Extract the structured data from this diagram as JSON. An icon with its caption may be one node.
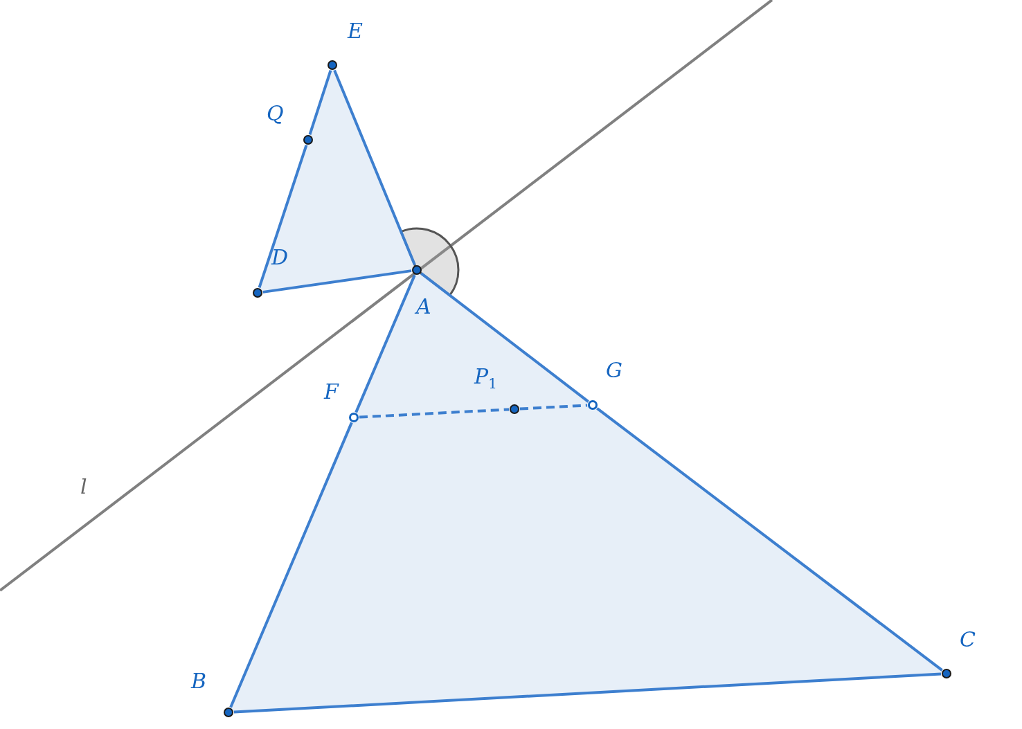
{
  "diagram": {
    "nodes": [
      {
        "text": [
          "E"
        ]
      },
      {
        "text": [
          "Q"
        ]
      },
      {
        "text": [
          "D"
        ]
      },
      {
        "text": [
          "A"
        ]
      },
      {
        "text": [
          "G"
        ]
      },
      {
        "text": [
          "P$_{1}$"
        ]
      },
      {
        "text": [
          "F"
        ]
      },
      {
        "text": [
          "B"
        ]
      },
      {
        "text": [
          "C"
        ]
      }
    ],
    "edges": [
      {
        "from": 0,
        "to": 1,
        "arrow": "none"
      },
      {
        "from": 1,
        "to": 2,
        "arrow": "none"
      },
      {
        "from": 2,
        "to": 3,
        "arrow": "none"
      },
      {
        "from": 3,
        "to": 0,
        "arrow": "none"
      },
      {
        "from": 3,
        "to": 6,
        "arrow": "none"
      },
      {
        "from": 6,
        "to": 7,
        "arrow": "none"
      },
      {
        "from": 7,
        "to": 8,
        "arrow": "none"
      },
      {
        "from": 8,
        "to": 4,
        "arrow": "none"
      },
      {
        "from": 4,
        "to": 3,
        "arrow": "none"
      },
      {
        "from": 6,
        "to": 5,
        "arrow": "none",
        "style": "dashed"
      },
      {
        "from": 5,
        "to": 4,
        "arrow": "none",
        "style": "dashed"
      }
    ],
    "labels": [
      "l"
    ]
  }
}
